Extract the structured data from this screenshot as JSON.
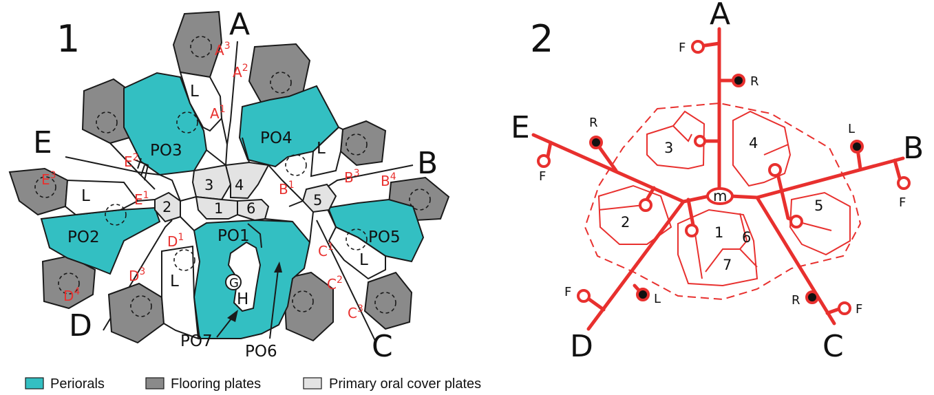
{
  "panel1": {
    "number": "1",
    "ambulacra": [
      "A",
      "B",
      "C",
      "D",
      "E"
    ],
    "perioral_labels": [
      "PO1",
      "PO2",
      "PO3",
      "PO4",
      "PO5"
    ],
    "aux_labels": [
      "PO6",
      "PO7",
      "G",
      "H"
    ],
    "primary_cover_numbers": [
      "1",
      "2",
      "3",
      "4",
      "5",
      "6"
    ],
    "lateral_label": "L",
    "cover_plates": [
      {
        "letter": "A",
        "sup": "1"
      },
      {
        "letter": "A",
        "sup": "2"
      },
      {
        "letter": "A",
        "sup": "3"
      },
      {
        "letter": "B",
        "sup": "1"
      },
      {
        "letter": "B",
        "sup": "3"
      },
      {
        "letter": "B",
        "sup": "4"
      },
      {
        "letter": "C",
        "sup": "1"
      },
      {
        "letter": "C",
        "sup": "2"
      },
      {
        "letter": "C",
        "sup": "3"
      },
      {
        "letter": "D",
        "sup": "1"
      },
      {
        "letter": "D",
        "sup": "3"
      },
      {
        "letter": "D",
        "sup": "4"
      },
      {
        "letter": "E",
        "sup": "1"
      },
      {
        "letter": "E",
        "sup": "2"
      },
      {
        "letter": "E",
        "sup": "3"
      }
    ]
  },
  "panel2": {
    "number": "2",
    "ambulacra": [
      "A",
      "B",
      "C",
      "D",
      "E"
    ],
    "plate_numbers": [
      "1",
      "2",
      "3",
      "4",
      "5",
      "6",
      "7"
    ],
    "mouth_label": "m",
    "pore_labels": {
      "F": "F",
      "R": "R",
      "L": "L"
    }
  },
  "legend": [
    {
      "label": "Periorals",
      "color": "#33bfc2"
    },
    {
      "label": "Flooring plates",
      "color": "#8a8a8a"
    },
    {
      "label": "Primary oral cover plates",
      "color": "#e3e3e3"
    }
  ],
  "colors": {
    "periorals": "#33bfc2",
    "flooring": "#8a8a8a",
    "primary": "#e3e3e3",
    "red": "#e8302e"
  }
}
